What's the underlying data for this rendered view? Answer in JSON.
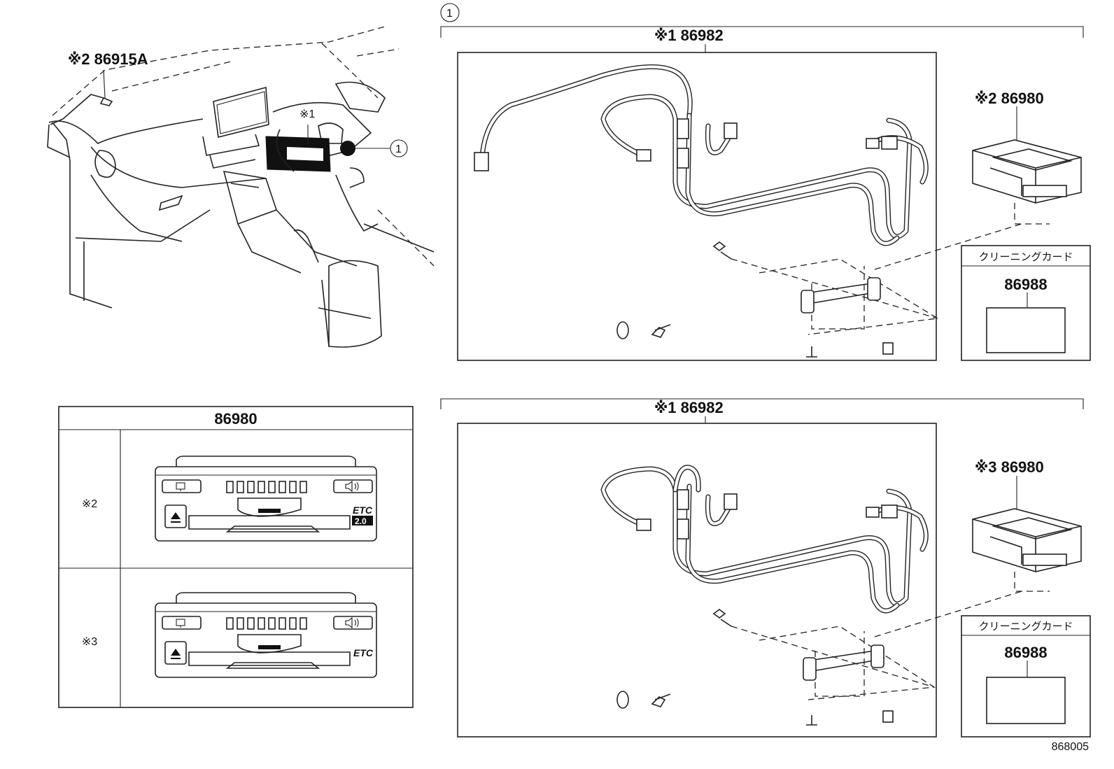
{
  "diagram_id": "868005",
  "callout_1": "1",
  "overview": {
    "antenna_label": "※2 86915A",
    "harness_marker": "※1"
  },
  "top_group": {
    "harness_label": "※1 86982",
    "unit_label": "※2 86980",
    "cleaning_card_title": "クリーニングカード",
    "cleaning_card_part": "86988"
  },
  "bottom_group": {
    "harness_label": "※1 86982",
    "unit_label": "※3 86980",
    "cleaning_card_title": "クリーニングカード",
    "cleaning_card_part": "86988"
  },
  "variant_table": {
    "header": "86980",
    "rows": [
      {
        "mark": "※2",
        "badge_top": "ETC",
        "badge_bottom": "2.0"
      },
      {
        "mark": "※3",
        "badge_top": "ETC",
        "badge_bottom": ""
      }
    ]
  }
}
